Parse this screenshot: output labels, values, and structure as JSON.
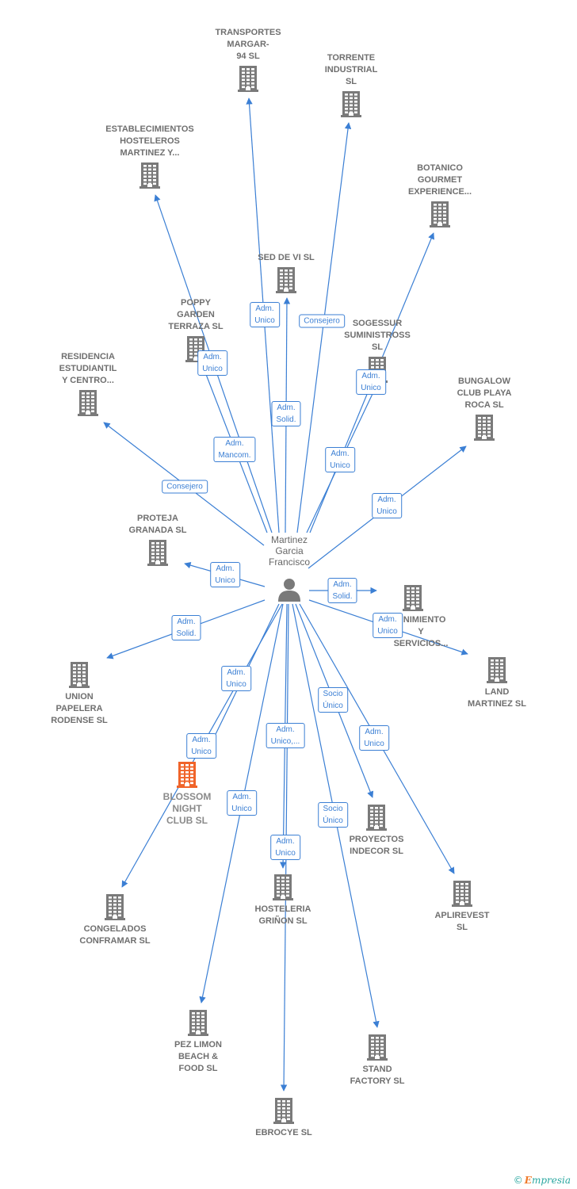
{
  "diagram": {
    "center": {
      "name": "Martinez\nGarcia\nFrancisco",
      "icon": "person-icon"
    },
    "colors": {
      "edge": "#3b7fd4",
      "building": "#7a7a7a",
      "highlight": "#f0642a"
    },
    "nodes": [
      {
        "id": "transportes",
        "label": "TRANSPORTES\nMARGAR-\n94  SL"
      },
      {
        "id": "torrente",
        "label": "TORRENTE\nINDUSTRIAL\nSL"
      },
      {
        "id": "establecimientos",
        "label": "ESTABLECIMIENTOS\nHOSTELEROS\nMARTINEZ Y..."
      },
      {
        "id": "botanico",
        "label": "BOTANICO\nGOURMET\nEXPERIENCE..."
      },
      {
        "id": "sed",
        "label": "SED DE VI SL"
      },
      {
        "id": "poppy",
        "label": "POPPY\nGARDEN\nTERRAZA  SL"
      },
      {
        "id": "sogessur",
        "label": "SOGESSUR\nSUMINISTROSS\nSL"
      },
      {
        "id": "residencia",
        "label": "RESIDENCIA\nESTUDIANTIL\nY CENTRO..."
      },
      {
        "id": "bungalow",
        "label": "BUNGALOW\nCLUB PLAYA\nROCA  SL"
      },
      {
        "id": "proteja",
        "label": "PROTEJA\nGRANADA SL"
      },
      {
        "id": "mantenimiento",
        "label": "...NIMIENTO\nY\nSERVICIOS..."
      },
      {
        "id": "union",
        "label": "UNION\nPAPELERA\nRODENSE SL"
      },
      {
        "id": "land",
        "label": "LAND\nMARTINEZ  SL"
      },
      {
        "id": "blossom",
        "label": "BLOSSOM\nNIGHT\nCLUB  SL",
        "highlight": true
      },
      {
        "id": "proyectos",
        "label": "PROYECTOS\nINDECOR  SL"
      },
      {
        "id": "congelados",
        "label": "CONGELADOS\nCONFRAMAR SL"
      },
      {
        "id": "hosteleria",
        "label": "HOSTELERIA\nGRIÑON  SL"
      },
      {
        "id": "aplirevest",
        "label": "APLIREVEST\nSL"
      },
      {
        "id": "pezlimon",
        "label": "PEZ LIMON\nBEACH &\nFOOD  SL"
      },
      {
        "id": "stand",
        "label": "STAND\nFACTORY  SL"
      },
      {
        "id": "ebrocye",
        "label": "EBROCYE  SL"
      }
    ],
    "edges": [
      {
        "to": "transportes",
        "label": "Adm.\nUnico"
      },
      {
        "to": "torrente",
        "label": "Consejero"
      },
      {
        "to": "establecimientos",
        "label": "Adm.\nMancom."
      },
      {
        "to": "botanico",
        "label": "Adm.\nUnico"
      },
      {
        "to": "sed",
        "label": "Adm.\nSolid."
      },
      {
        "to": "poppy",
        "label": "Adm.\nUnico"
      },
      {
        "to": "sogessur",
        "label": "Adm.\nUnico"
      },
      {
        "to": "residencia",
        "label": "Consejero"
      },
      {
        "to": "bungalow",
        "label": "Adm.\nUnico"
      },
      {
        "to": "proteja",
        "label": "Adm.\nUnico"
      },
      {
        "to": "mantenimiento",
        "label": "Adm.\nSolid."
      },
      {
        "to": "union",
        "label": "Adm.\nSolid."
      },
      {
        "to": "land",
        "label": "Adm.\nUnico"
      },
      {
        "to": "blossom",
        "label": "Adm.\nUnico"
      },
      {
        "to": "congelados",
        "label": "Adm.\nUnico"
      },
      {
        "to": "proyectos",
        "label": "Socio\nÚnico"
      },
      {
        "to": "hosteleria",
        "label": "Adm.\nUnico"
      },
      {
        "to": "aplirevest",
        "label": "Adm.\nUnico"
      },
      {
        "to": "pezlimon",
        "label": "Adm.\nUnico"
      },
      {
        "to": "stand",
        "label": "Socio\nÚnico"
      },
      {
        "to": "ebrocye",
        "label": "Adm.\nUnico,..."
      }
    ]
  },
  "footer": {
    "copyright_symbol": "©",
    "brand_first": "E",
    "brand_rest": "mpresia"
  }
}
